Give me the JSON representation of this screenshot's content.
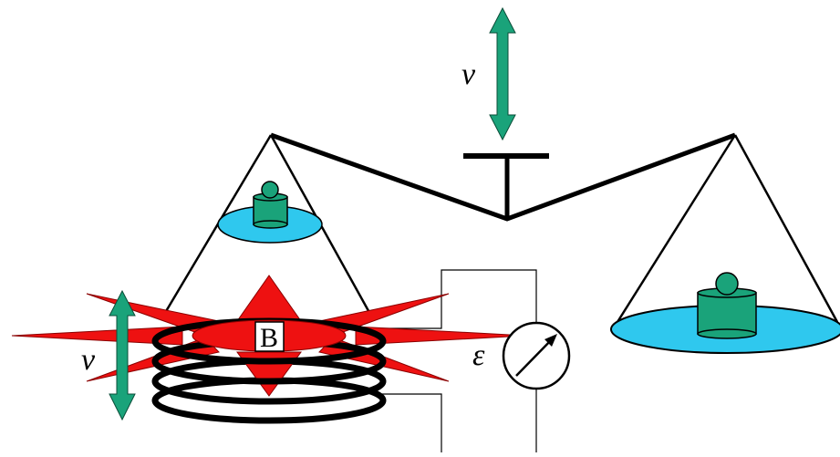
{
  "labels": {
    "velocity_top": "v",
    "velocity_left": "v",
    "magnetic_field": "B",
    "emf": "ε"
  },
  "colors": {
    "arrow_green": "#1aa37a",
    "pan_blue": "#2fc8ee",
    "weight_green": "#1aa37a",
    "magnet_red": "#ee1111",
    "line": "#000000"
  }
}
